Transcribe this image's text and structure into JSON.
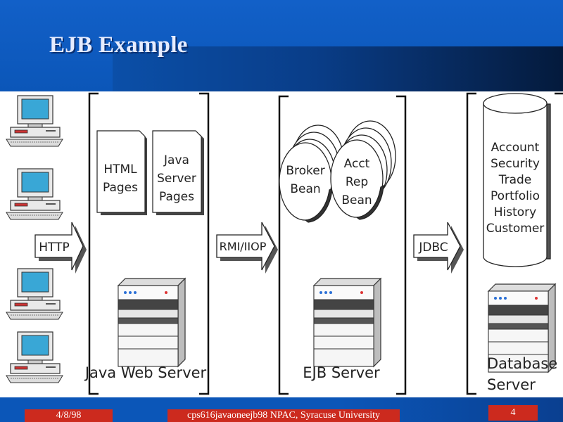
{
  "title": "EJB Example",
  "labels": {
    "html_pages": [
      "HTML",
      "Pages"
    ],
    "java_server_pages": [
      "Java",
      "Server",
      "Pages"
    ],
    "http": "HTTP",
    "rmi_iiop": "RMI/IIOP",
    "jdbc": "JDBC",
    "broker_bean": [
      "Broker",
      "Bean"
    ],
    "acct_rep_bean": [
      "Acct",
      "Rep",
      "Bean"
    ],
    "database_tables": [
      "Account",
      "Security",
      "Trade",
      "Portfolio",
      "History",
      "Customer"
    ],
    "java_web_server": "Java Web Server",
    "ejb_server": "EJB Server",
    "database_server": [
      "Database",
      "Server"
    ]
  },
  "footer": {
    "date": "4/8/98",
    "course": "cps616javaoneejb98   NPAC, Syracuse University",
    "page": "4"
  },
  "colors": {
    "header_blue": "#0b56b8",
    "footer_red": "#cc2a1e",
    "monitor_screen": "#39a7d6"
  }
}
